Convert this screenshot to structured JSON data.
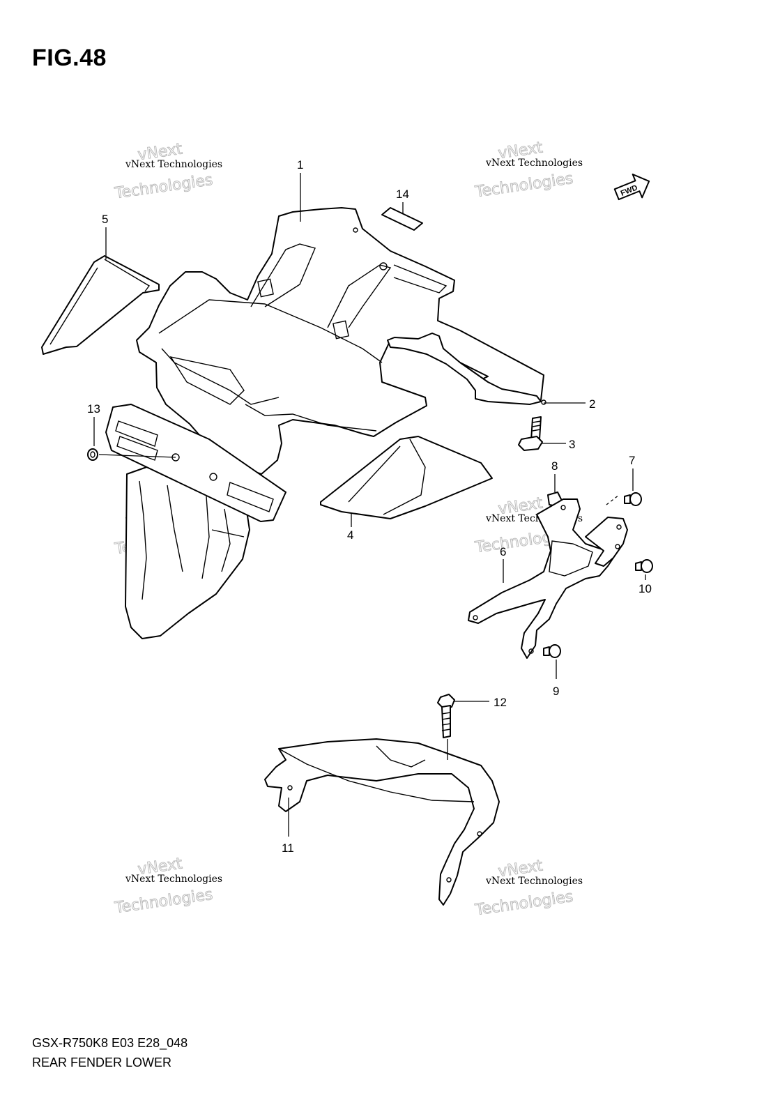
{
  "figure": {
    "title": "FIG.48",
    "fwd_label": "FWD",
    "callouts": [
      "1",
      "2",
      "3",
      "4",
      "5",
      "6",
      "7",
      "8",
      "9",
      "10",
      "11",
      "12",
      "13",
      "14"
    ]
  },
  "watermark": {
    "line1": "vNext Technologies",
    "line2": "vNext",
    "line3": "Technologies"
  },
  "footer": {
    "code": "GSX-R750K8 E03 E28_048",
    "name": "REAR FENDER LOWER"
  }
}
